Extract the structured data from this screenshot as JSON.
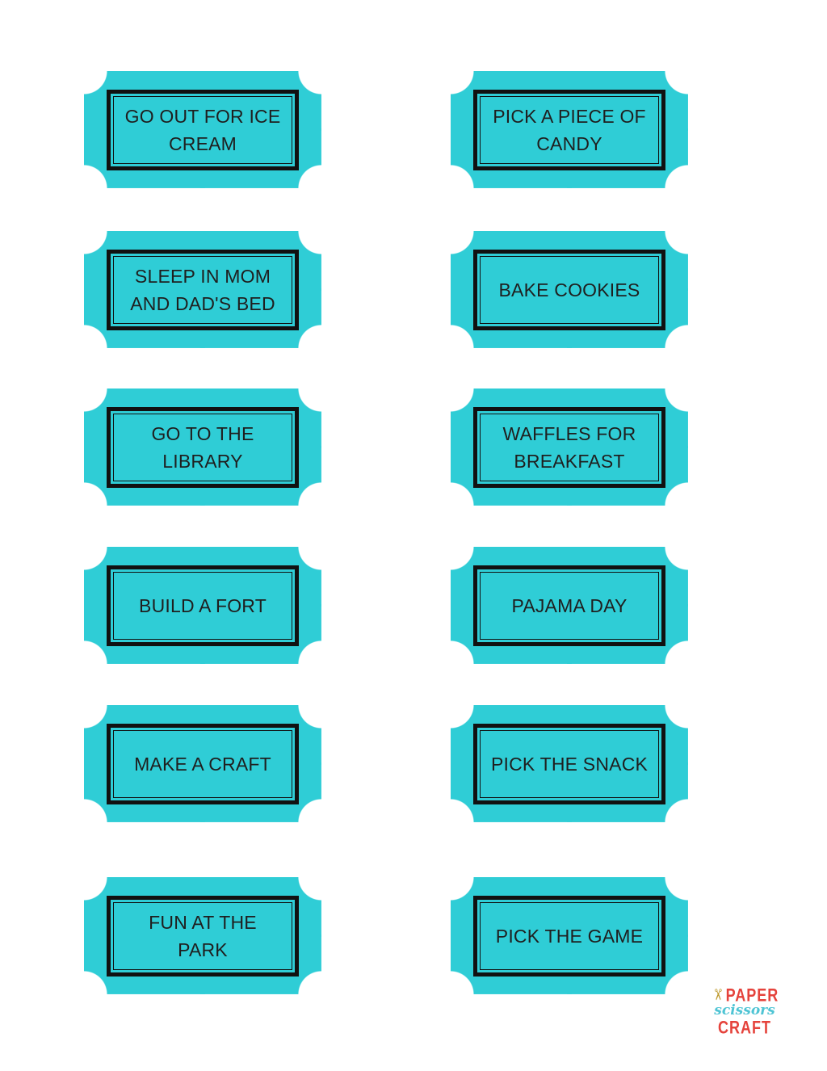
{
  "colors": {
    "page_background": "#ffffff",
    "ticket_fill": "#2fcdd6",
    "frame_border": "#111111",
    "ticket_text": "#1f1f1f",
    "logo_red": "#e5433c",
    "logo_teal": "#4ec4d4",
    "logo_gold": "#bf9b30"
  },
  "tickets": [
    {
      "label": "GO OUT FOR ICE\nCREAM"
    },
    {
      "label": "PICK A PIECE OF\nCANDY"
    },
    {
      "label": "SLEEP IN MOM\nAND DAD'S BED"
    },
    {
      "label": "BAKE COOKIES"
    },
    {
      "label": "GO TO THE\nLIBRARY"
    },
    {
      "label": "WAFFLES FOR\nBREAKFAST"
    },
    {
      "label": "BUILD A FORT"
    },
    {
      "label": "PAJAMA DAY"
    },
    {
      "label": "MAKE A CRAFT"
    },
    {
      "label": "PICK THE SNACK"
    },
    {
      "label": "FUN AT THE\nPARK"
    },
    {
      "label": "PICK THE GAME"
    }
  ],
  "logo": {
    "icon": "✂",
    "word1": "PAPER",
    "word2": "scissors",
    "word3": "CRAFT"
  }
}
